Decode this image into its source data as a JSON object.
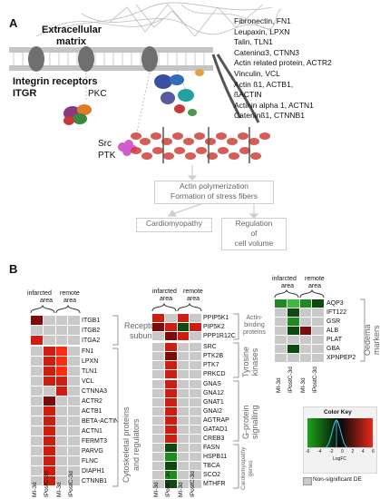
{
  "panel_a": {
    "label": "A",
    "ecm_label_1": "Extracellular",
    "ecm_label_2": "matrix",
    "integrin_label_1": "Integrin receptors",
    "integrin_label_2": "ITGR",
    "pkc": "PKC",
    "src": "Src",
    "ptk": "PTK",
    "proteins": [
      "Fibronectin, FN1",
      "Leupaxin, LPXN",
      "Talin, TLN1",
      "Cateninα3, CTNN3",
      "Actin related protein, ACTR2",
      "Vinculin, VCL",
      "Actin ß1, ACTB1,",
      "ßACTIN",
      "Actinin alpha 1, ACTN1",
      "Cateninß1, CTNNB1"
    ],
    "flow": {
      "actin_1": "Actin polymerization",
      "actin_2": "Formation of stress fibers",
      "cardio": "Cardiomyopathy",
      "reg_1": "Regulation",
      "reg_2": "of",
      "reg_3": "cell volume"
    },
    "colors": {
      "actin": "#d0403a",
      "membrane": "#b9b9b9",
      "arrow": "#c8c8c8"
    }
  },
  "panel_b": {
    "label": "B",
    "area_infarcted": "infarcted",
    "area_remote": "remote",
    "area_word": "area",
    "conditions": [
      "MI-3d",
      "IPostC-3d",
      "MI-3d",
      "IPostC-3d"
    ],
    "left_genes_1": [
      "ITGB1",
      "ITGB2",
      "ITGA2"
    ],
    "left_genes_2": [
      "FN1",
      "LPXN",
      "TLN1",
      "VCL",
      "CTNNA3",
      "ACTR2",
      "ACTB1",
      "BETA-ACTIN",
      "ACTN1",
      "FERMT3",
      "PARVG",
      "FLNC",
      "DIAPH1",
      "CTNNB1"
    ],
    "left_groups": {
      "receptor_1": "Receptor",
      "receptor_2": "subunits",
      "cyto_1": "Cytoskeletal proteins",
      "cyto_2": "and regulators"
    },
    "mid_genes_1": [
      "PPIP5K1",
      "PIP5K2",
      "PPP1R12C"
    ],
    "mid_genes_2": [
      "SRC",
      "PTK2B",
      "PTK7",
      "PRKCD"
    ],
    "mid_genes_3": [
      "GNAS",
      "GNA12",
      "GNAT1",
      "GNAI2",
      "AGTRAP",
      "GATAD1",
      "CREB3"
    ],
    "mid_genes_4": [
      "FASN",
      "HSPB11",
      "TBCA",
      "SCO2",
      "MTHFR"
    ],
    "mid_groups": {
      "actin_1": "Actin-",
      "actin_2": "binding",
      "actin_3": "proteins",
      "tyr_1": "Tyrosine",
      "tyr_2": "kinases",
      "gprot_1": "G-protein",
      "gprot_2": "signalling",
      "cm_1": "Cardiomyopathy",
      "cm_2": "genes"
    },
    "right_genes": [
      "AQP3",
      "IFT122",
      "GSR",
      "ALB",
      "PLAT",
      "GBA",
      "XPNPEP2"
    ],
    "right_groups": {
      "oed_1": "Oedema",
      "oed_2": "markers"
    },
    "color_key": {
      "title": "Color Key",
      "ticks": [
        "-6",
        "-4",
        "-2",
        "0",
        "2",
        "4",
        "6"
      ],
      "xlabel": "LogFC",
      "legend": "Non-significant DE"
    },
    "cell_colors": {
      "grey": "#c9c9c9",
      "red": "#cc1f12",
      "darkred": "#7d0b0b",
      "bright": "#ff2a12",
      "green": "#1f8a1f",
      "darkgreen": "#0d4a10",
      "lightgreen": "#3db83a"
    }
  },
  "heatmap_left_1": [
    [
      "darkred",
      "grey",
      "grey",
      "grey"
    ],
    [
      "grey",
      "grey",
      "grey",
      "grey"
    ],
    [
      "red",
      "grey",
      "grey",
      "grey"
    ]
  ],
  "heatmap_left_2": [
    [
      "grey",
      "red",
      "bright",
      "grey"
    ],
    [
      "grey",
      "red",
      "bright",
      "grey"
    ],
    [
      "grey",
      "red",
      "bright",
      "grey"
    ],
    [
      "grey",
      "red",
      "red",
      "grey"
    ],
    [
      "grey",
      "grey",
      "red",
      "grey"
    ],
    [
      "grey",
      "darkred",
      "grey",
      "grey"
    ],
    [
      "grey",
      "red",
      "grey",
      "grey"
    ],
    [
      "grey",
      "red",
      "grey",
      "grey"
    ],
    [
      "grey",
      "red",
      "grey",
      "grey"
    ],
    [
      "grey",
      "red",
      "grey",
      "grey"
    ],
    [
      "grey",
      "red",
      "grey",
      "grey"
    ],
    [
      "grey",
      "red",
      "grey",
      "grey"
    ],
    [
      "grey",
      "red",
      "grey",
      "grey"
    ],
    [
      "grey",
      "red",
      "grey",
      "grey"
    ]
  ],
  "heatmap_mid_1": [
    [
      "red",
      "grey",
      "red",
      "grey"
    ],
    [
      "darkred",
      "red",
      "darkgreen",
      "red"
    ],
    [
      "grey",
      "darkred",
      "red",
      "grey"
    ]
  ],
  "heatmap_mid_2": [
    [
      "grey",
      "red",
      "grey",
      "grey"
    ],
    [
      "grey",
      "darkred",
      "grey",
      "grey"
    ],
    [
      "grey",
      "red",
      "grey",
      "grey"
    ],
    [
      "grey",
      "red",
      "grey",
      "grey"
    ]
  ],
  "heatmap_mid_3": [
    [
      "grey",
      "red",
      "grey",
      "grey"
    ],
    [
      "grey",
      "red",
      "grey",
      "grey"
    ],
    [
      "grey",
      "red",
      "grey",
      "grey"
    ],
    [
      "grey",
      "red",
      "grey",
      "grey"
    ],
    [
      "grey",
      "red",
      "grey",
      "grey"
    ],
    [
      "grey",
      "red",
      "grey",
      "grey"
    ],
    [
      "grey",
      "red",
      "grey",
      "grey"
    ]
  ],
  "heatmap_mid_4": [
    [
      "grey",
      "darkgreen",
      "grey",
      "grey"
    ],
    [
      "grey",
      "green",
      "grey",
      "grey"
    ],
    [
      "grey",
      "darkgreen",
      "grey",
      "grey"
    ],
    [
      "grey",
      "green",
      "grey",
      "grey"
    ],
    [
      "grey",
      "darkgreen",
      "grey",
      "grey"
    ]
  ],
  "heatmap_right": [
    [
      "green",
      "lightgreen",
      "green",
      "darkgreen"
    ],
    [
      "grey",
      "darkgreen",
      "grey",
      "grey"
    ],
    [
      "grey",
      "green",
      "grey",
      "grey"
    ],
    [
      "grey",
      "darkgreen",
      "darkred",
      "grey"
    ],
    [
      "grey",
      "grey",
      "grey",
      "grey"
    ],
    [
      "grey",
      "darkgreen",
      "grey",
      "grey"
    ],
    [
      "grey",
      "grey",
      "grey",
      "grey"
    ]
  ]
}
